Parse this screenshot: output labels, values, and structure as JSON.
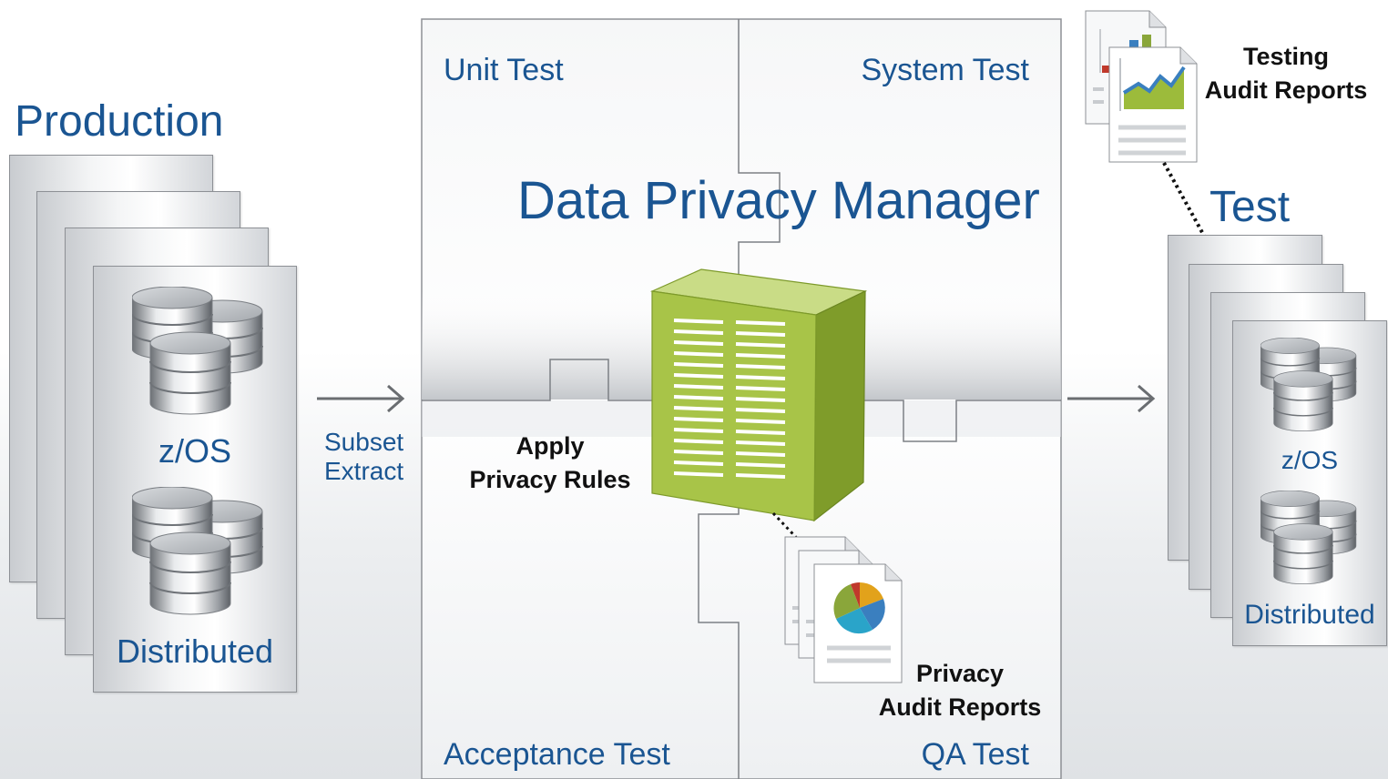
{
  "production": {
    "title": "Production",
    "zos_label": "z/OS",
    "distributed_label": "Distributed"
  },
  "subset": {
    "line1": "Subset",
    "line2": "Extract"
  },
  "puzzle": {
    "unit_test": "Unit Test",
    "system_test": "System Test",
    "acceptance_test": "Acceptance Test",
    "qa_test": "QA Test"
  },
  "manager": {
    "title": "Data Privacy Manager"
  },
  "apply_rules": {
    "line1": "Apply",
    "line2": "Privacy Rules"
  },
  "privacy_reports": {
    "line1": "Privacy",
    "line2": "Audit Reports"
  },
  "testing_reports": {
    "line1": "Testing",
    "line2": "Audit Reports"
  },
  "test": {
    "title": "Test",
    "zos_label": "z/OS",
    "distributed_label": "Distributed"
  },
  "colors": {
    "brand_blue": "#1a5592",
    "server_green": "#9cbb3b",
    "pie": [
      "#e2a21b",
      "#3a7fbf",
      "#2aa4c9",
      "#8aa63a",
      "#c0392b"
    ]
  }
}
